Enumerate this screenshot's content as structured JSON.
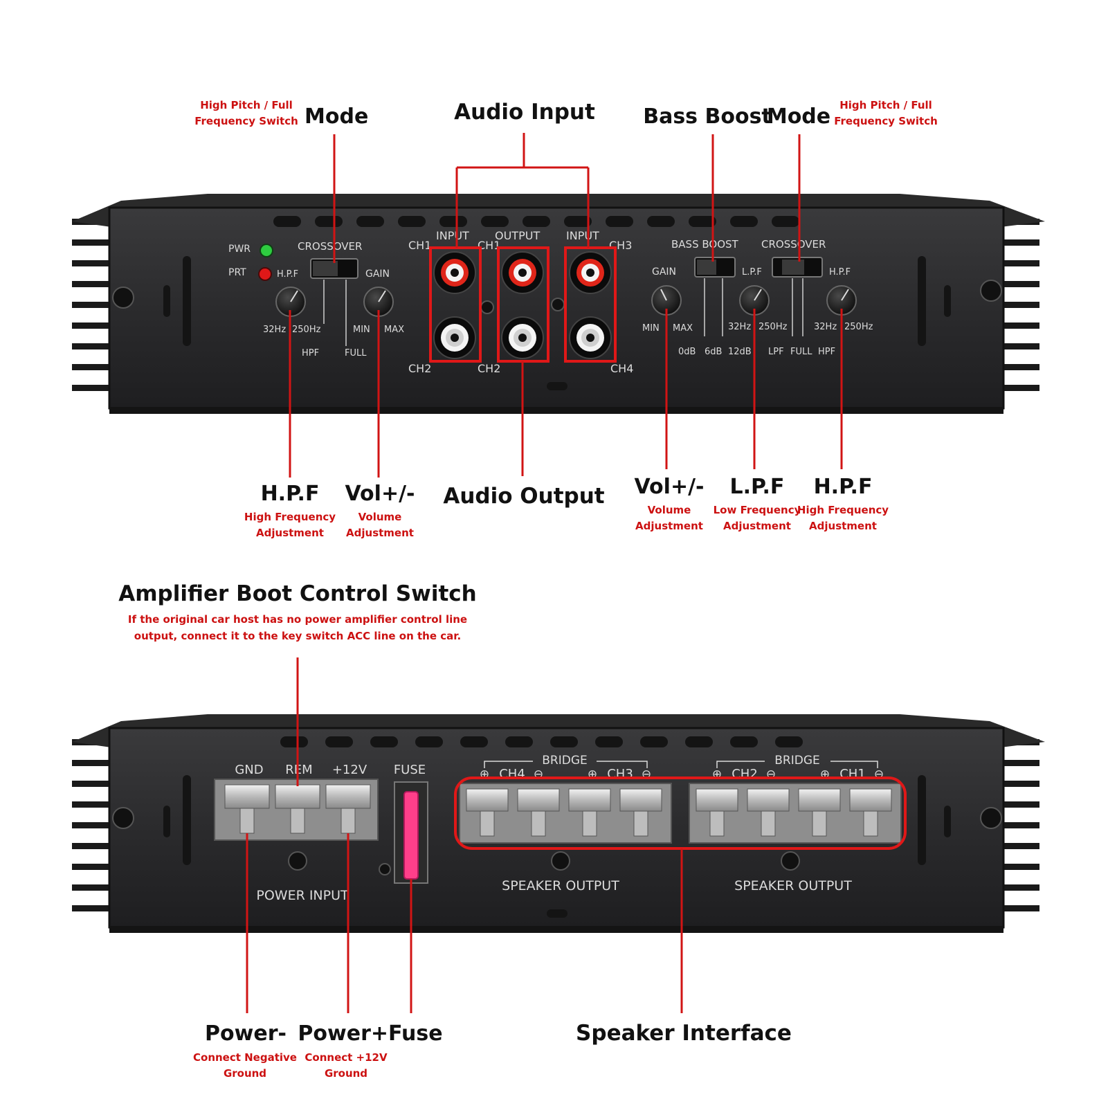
{
  "colors": {
    "accent": "#d11414",
    "pwr_led": "#2ecc40",
    "prt_led": "#e01818",
    "rca_input": "#e0261a",
    "rca_output": "#e0261a",
    "rca_lower": "#f4f4f4"
  },
  "callouts": {
    "top_left_switch": {
      "note1": "High Pitch / Full",
      "note2": "Frequency Switch",
      "title": "Mode"
    },
    "audio_input": {
      "title": "Audio Input"
    },
    "bass_boost": {
      "title": "Bass Boost"
    },
    "mode_right": {
      "title": "Mode",
      "note1": "High Pitch / Full",
      "note2": "Frequency Switch"
    },
    "hpf_left": {
      "title": "H.P.F",
      "note1": "High Frequency",
      "note2": "Adjustment"
    },
    "vol_left": {
      "title": "Vol+/-",
      "note1": "Volume",
      "note2": "Adjustment"
    },
    "audio_output": {
      "title": "Audio Output"
    },
    "vol_right": {
      "title": "Vol+/-",
      "note1": "Volume",
      "note2": "Adjustment"
    },
    "lpf_right": {
      "title": "L.P.F",
      "note1": "Low Frequency",
      "note2": "Adjustment"
    },
    "hpf_right": {
      "title": "H.P.F",
      "note1": "High Frequency",
      "note2": "Adjustment"
    },
    "boot_switch": {
      "title": "Amplifier Boot Control Switch",
      "note1": "If the original car host has no power amplifier control line",
      "note2": "output, connect it to the key switch ACC line on the car."
    },
    "power_neg": {
      "title": "Power-",
      "note1": "Connect Negative",
      "note2": "Ground"
    },
    "power_pos": {
      "title": "Power+Fuse",
      "note1": "Connect +12V",
      "note2": "Ground"
    },
    "speaker": {
      "title": "Speaker Interface"
    }
  },
  "front_panel": {
    "pwr": "PWR",
    "prt": "PRT",
    "crossover_left": "CROSSOVER",
    "hpf_switch": "H.P.F",
    "gain_left": "GAIN",
    "freq_left_lo": "32Hz",
    "freq_left_hi": "250Hz",
    "gain_left_min": "MIN",
    "gain_left_max": "MAX",
    "hpf_bottom": "HPF",
    "full_bottom": "FULL",
    "rca_group1_top": "INPUT",
    "rca_group2_top": "OUTPUT",
    "rca_group3_top": "INPUT",
    "ch1_a": "CH1",
    "ch1_b": "CH1",
    "ch3": "CH3",
    "ch2_a": "CH2",
    "ch2_b": "CH2",
    "ch4": "CH4",
    "bass_boost": "BASS BOOST",
    "crossover_right": "CROSSOVER",
    "gain_right": "GAIN",
    "lpf_switch": "L.P.F",
    "hpf_switch_right": "H.P.F",
    "gain_right_min": "MIN",
    "gain_right_max": "MAX",
    "boost_0": "0dB",
    "boost_6": "6dB",
    "boost_12": "12dB",
    "lpf_lo": "32Hz",
    "lpf_hi": "250Hz",
    "hpf_lo": "32Hz",
    "hpf_hi": "250Hz",
    "mode_lpf": "LPF",
    "mode_full": "FULL",
    "mode_hpf": "HPF"
  },
  "rear_panel": {
    "gnd": "GND",
    "rem": "REM",
    "plus12": "+12V",
    "fuse": "FUSE",
    "power_input": "POWER INPUT",
    "bridge_left": "BRIDGE",
    "bridge_right": "BRIDGE",
    "ch4": "CH4",
    "ch3": "CH3",
    "ch2": "CH2",
    "ch1": "CH1",
    "plus": "⊕",
    "minus": "⊖",
    "speaker_output_left": "SPEAKER OUTPUT",
    "speaker_output_right": "SPEAKER OUTPUT"
  }
}
